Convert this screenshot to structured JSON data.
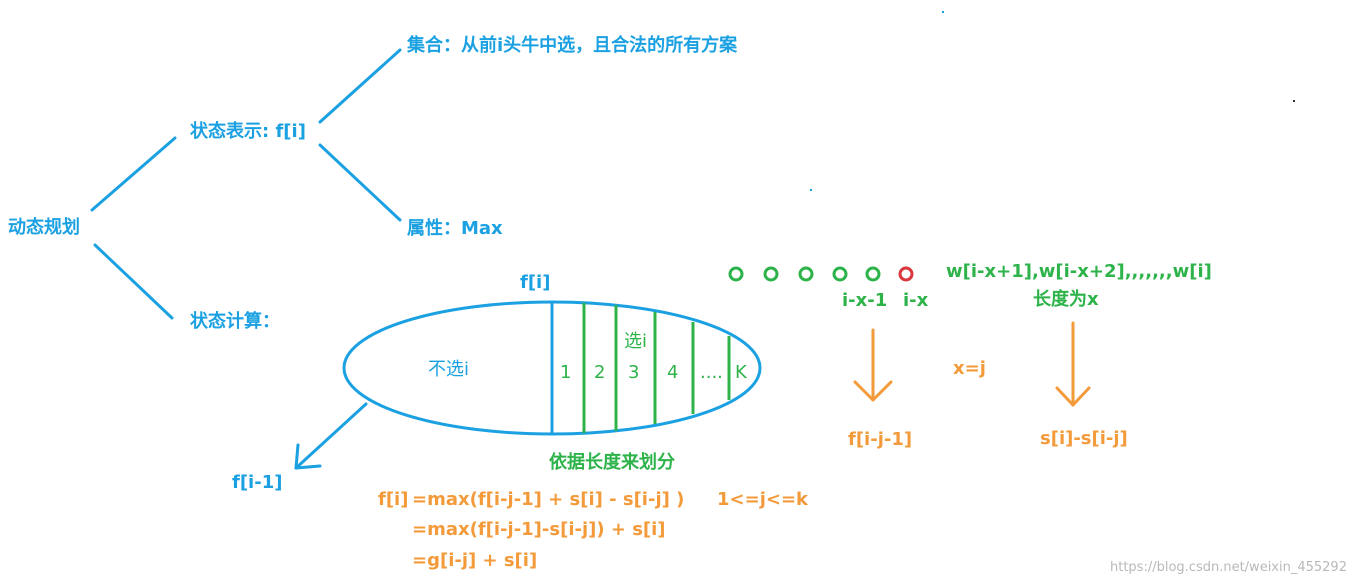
{
  "colors": {
    "blue": "#1ba1e2",
    "green": "#2db34a",
    "orange": "#f39a3a",
    "red": "#d9363e",
    "gray": "#b9b9b9"
  },
  "tree": {
    "root": "动态规划",
    "state_repr": "状态表示: f[i]",
    "set": "集合：从前i头牛中选，且合法的所有方案",
    "attr": "属性：Max",
    "state_calc": "状态计算："
  },
  "ellipse": {
    "top_label": "f[i]",
    "not_choose": "不选i",
    "choose": "选i",
    "cells": [
      "1",
      "2",
      "3",
      "4",
      "....",
      "K"
    ],
    "partition_caption": "依据长度来划分",
    "branch_label": "f[i-1]"
  },
  "equations": {
    "line1_lhs": "f[i]",
    "line1_rhs": "=max(f[i-j-1] + s[i]  - s[i-j] )",
    "line1_cond": "1<=j<=k",
    "line2": "=max(f[i-j-1]-s[i-j]) + s[i]",
    "line3": "=g[i-j] + s[i]"
  },
  "right": {
    "circles_total": 6,
    "red_circle_index": 5,
    "sequence": "w[i-x+1],w[i-x+2],,,,,,,w[i]",
    "length": "长度为x",
    "label_ix1": "i-x-1",
    "label_ix": "i-x",
    "x_eq_j": "x=j",
    "f_result": "f[i-j-1]",
    "s_result": "s[i]-s[i-j]"
  },
  "watermark": "https://blog.csdn.net/weixin_455292"
}
